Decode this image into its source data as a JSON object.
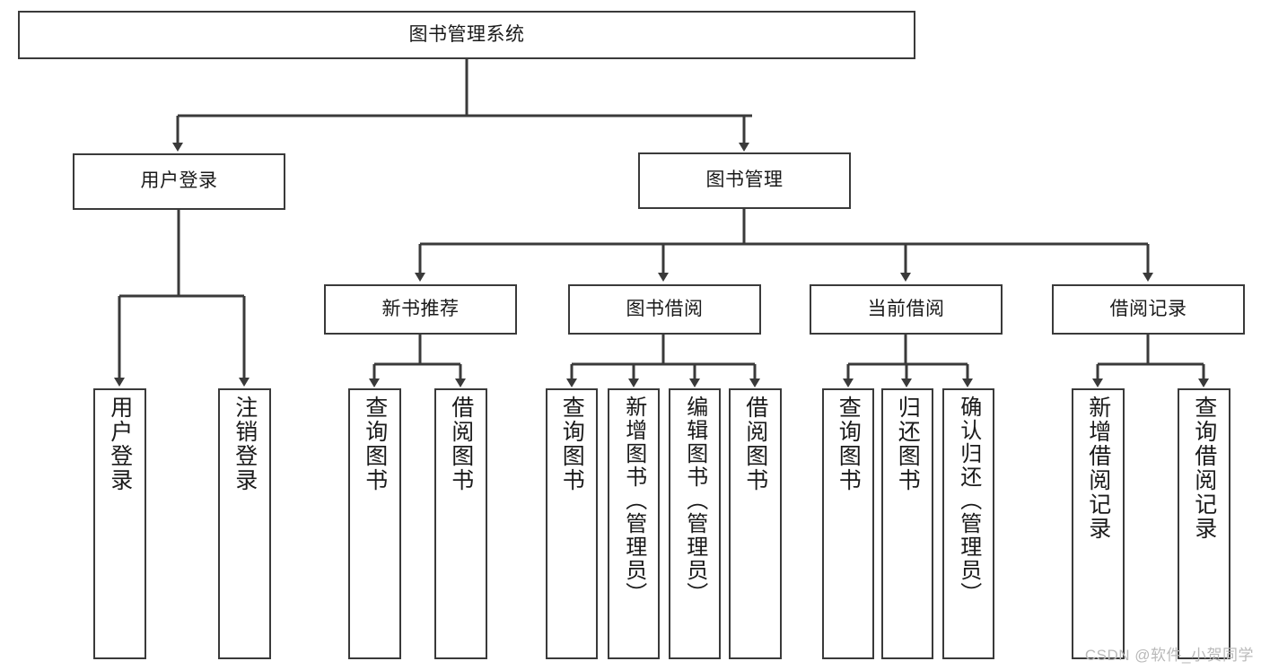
{
  "diagram": {
    "title_node": {
      "label": "图书管理系统"
    },
    "level2": [
      {
        "id": "user-login",
        "label": "用户登录"
      },
      {
        "id": "book-manage",
        "label": "图书管理"
      }
    ],
    "level3": [
      {
        "id": "new-book-rec",
        "label": "新书推荐"
      },
      {
        "id": "book-borrow",
        "label": "图书借阅"
      },
      {
        "id": "current-borrow",
        "label": "当前借阅"
      },
      {
        "id": "borrow-record",
        "label": "借阅记录"
      }
    ],
    "leaves": [
      {
        "id": "leaf-user-login",
        "label": "用户登录",
        "parent": "user-login"
      },
      {
        "id": "leaf-logout",
        "label": "注销登录",
        "parent": "user-login"
      },
      {
        "id": "leaf-query-book-1",
        "label": "查询图书",
        "parent": "new-book-rec"
      },
      {
        "id": "leaf-borrow-book-1",
        "label": "借阅图书",
        "parent": "new-book-rec"
      },
      {
        "id": "leaf-query-book-2",
        "label": "查询图书",
        "parent": "book-borrow"
      },
      {
        "id": "leaf-add-book",
        "label": "新增图书（管理员）",
        "parent": "book-borrow"
      },
      {
        "id": "leaf-edit-book",
        "label": "编辑图书（管理员）",
        "parent": "book-borrow"
      },
      {
        "id": "leaf-borrow-book-2",
        "label": "借阅图书",
        "parent": "book-borrow"
      },
      {
        "id": "leaf-query-book-3",
        "label": "查询图书",
        "parent": "current-borrow"
      },
      {
        "id": "leaf-return-book",
        "label": "归还图书",
        "parent": "current-borrow"
      },
      {
        "id": "leaf-confirm-return",
        "label": "确认归还（管理员）",
        "parent": "current-borrow"
      },
      {
        "id": "leaf-add-record",
        "label": "新增借阅记录",
        "parent": "borrow-record"
      },
      {
        "id": "leaf-query-record",
        "label": "查询借阅记录",
        "parent": "borrow-record"
      }
    ],
    "colors": {
      "stroke": "#3a3a3a",
      "box_fill": "#ffffff",
      "text": "#1a1a1a",
      "watermark": "#b9b9b9",
      "background": "#ffffff"
    }
  },
  "watermark": {
    "text": "CSDN @软件_小贺同学"
  }
}
